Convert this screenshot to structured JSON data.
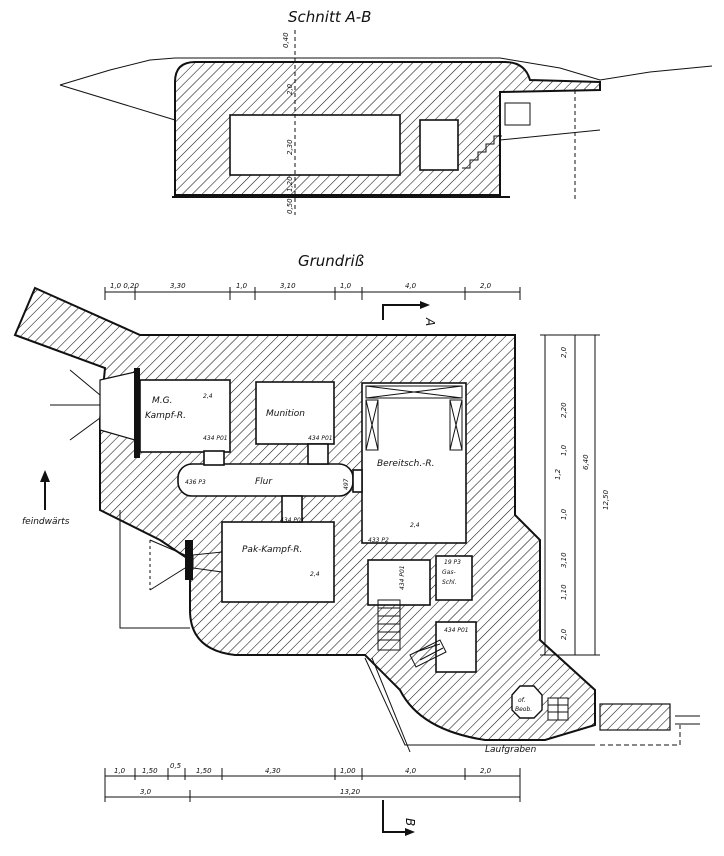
{
  "titles": {
    "section": "Schnitt A-B",
    "plan": "Grundriß"
  },
  "rooms": {
    "mg_room_l1": "M.G.",
    "mg_room_l2": "Kampf-R.",
    "munition": "Munition",
    "flur": "Flur",
    "bereitsch": "Bereitsch.-R.",
    "pak_room": "Pak-Kampf-R.",
    "gas_l1": "Gas-",
    "gas_l2": "Schl.",
    "beob_l1": "of.",
    "beob_l2": "Beob."
  },
  "labels": {
    "feindwaerts": "feindwärts",
    "laufgraben": "Laufgraben",
    "cut_a": "A",
    "cut_b": "B"
  },
  "markers": {
    "m_24_a": "2,4",
    "m_24_b": "2,4",
    "m_24_c": "2,4",
    "m_434_p01_a": "434 P01",
    "m_434_p01_b": "434 P01",
    "m_434_p01_c": "434 P01",
    "m_434_p01_d": "434 P01",
    "m_436_p3": "436 P3",
    "m_497": "497",
    "m_433_p2": "433 P2",
    "m_434_p01_e": "434 P01",
    "m_19_p3": "19 P3"
  },
  "dims_top": [
    "1,0 0,20",
    "3,30",
    "1,0",
    "3,10",
    "1,0",
    "4,0",
    "2,0"
  ],
  "dims_bottom_row1": [
    "1,0",
    "1,50",
    "0,5",
    "1,50",
    "4,30",
    "1,00",
    "4,0",
    "2,0"
  ],
  "dims_bottom_row2": [
    "3,0",
    "13,20"
  ],
  "dims_right_inner": [
    "2,0",
    "2,20",
    "1,0",
    "1,2",
    "1,0",
    "3,10",
    "1,10",
    "2,0"
  ],
  "dims_right_mid": "6,40",
  "dims_right_total": "12,50",
  "dims_section": [
    "0,40",
    "2,0",
    "2,30",
    "1,20",
    "0,50"
  ]
}
